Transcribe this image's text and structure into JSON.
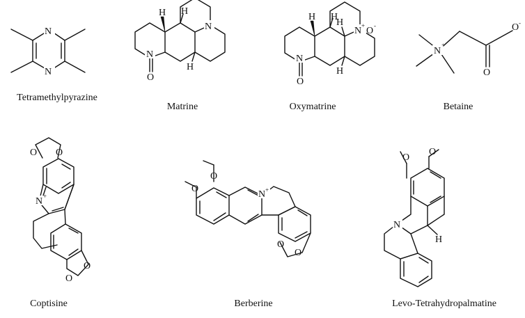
{
  "compounds": [
    {
      "name": "Tetramethylpyrazine"
    },
    {
      "name": "Matrine"
    },
    {
      "name": "Oxymatrine"
    },
    {
      "name": "Betaine"
    },
    {
      "name": "Coptisine"
    },
    {
      "name": "Berberine"
    },
    {
      "name": "Levo-Tetrahydropalmatine"
    }
  ],
  "atoms": {
    "n": "N",
    "o": "O",
    "h": "H",
    "plus": "+",
    "minus": "-"
  }
}
